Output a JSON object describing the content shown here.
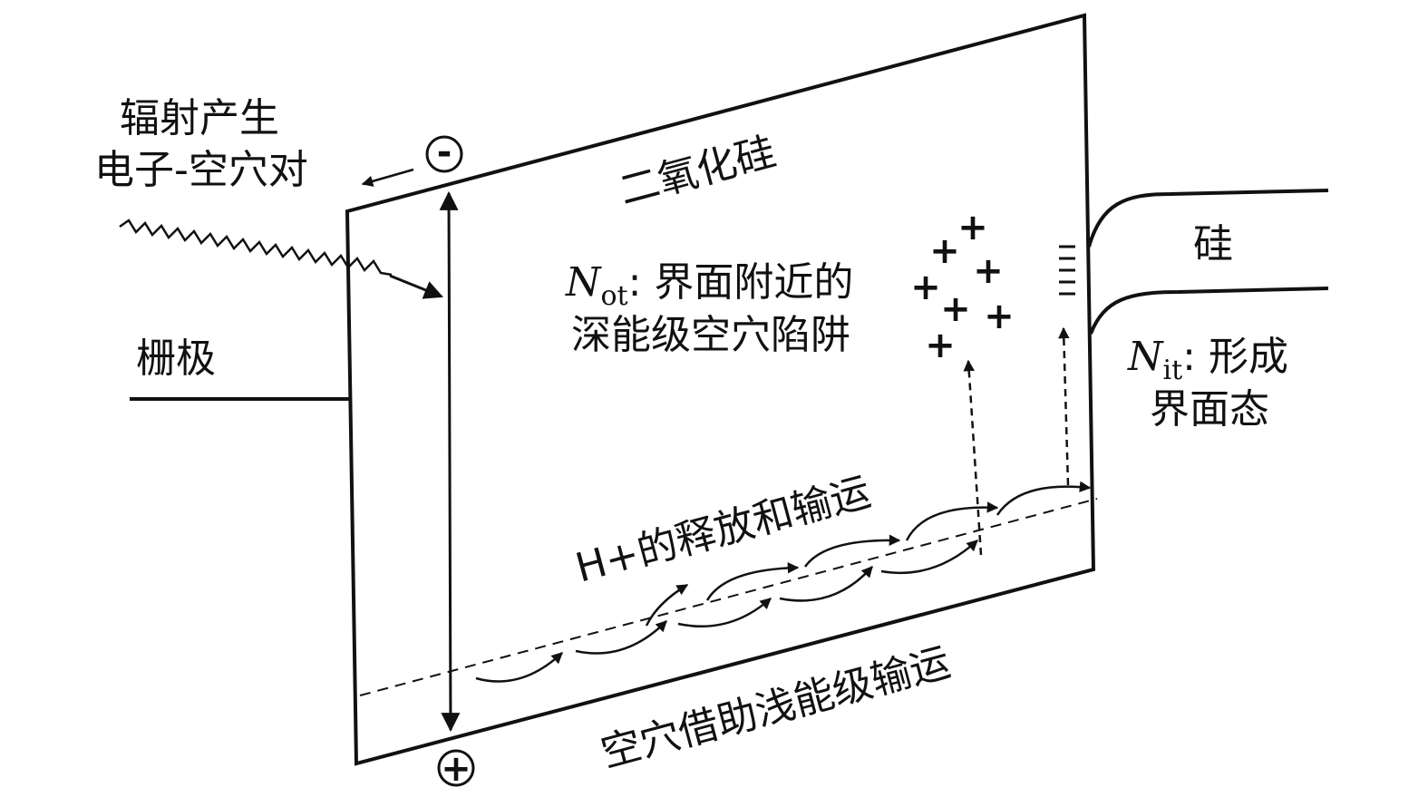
{
  "labels": {
    "radiation_line1": "辐射产生",
    "radiation_line2": "电子-空穴对",
    "oxide": "二氧化硅",
    "gate": "栅极",
    "silicon": "硅",
    "not_symbol": "N",
    "not_sub": "ot",
    "not_rest_line1": ": 界面附近的",
    "not_line2": "深能级空穴陷阱",
    "nit_symbol": "N",
    "nit_sub": "it",
    "nit_rest_line1": ": 形成",
    "nit_line2": "界面态",
    "h_plus_label": "H+的释放和输运",
    "hole_transport": "空穴借助浅能级输运",
    "electron_symbol": "-",
    "hole_symbol": "+"
  },
  "colors": {
    "ink": "#111111",
    "background": "#ffffff"
  }
}
